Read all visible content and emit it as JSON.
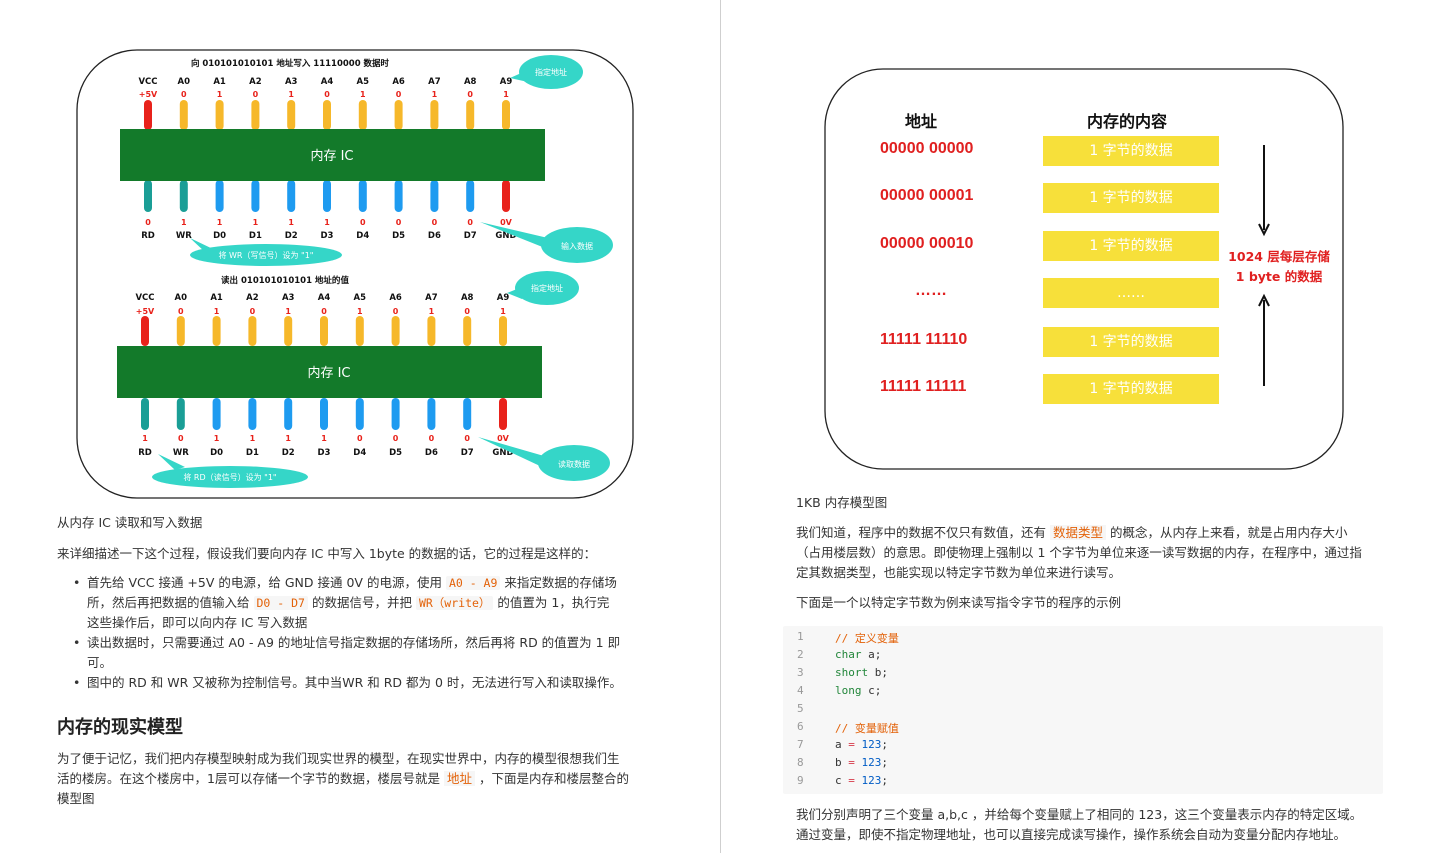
{
  "diagram1": {
    "write_title": "向 010101010101 地址写入 11110000 数据时",
    "read_title": "读出 010101010101 地址的值",
    "chip_label": "内存 IC",
    "top_pins": [
      "VCC",
      "A0",
      "A1",
      "A2",
      "A3",
      "A4",
      "A5",
      "A6",
      "A7",
      "A8",
      "A9"
    ],
    "write_top_values": [
      "+5V",
      "0",
      "1",
      "0",
      "1",
      "0",
      "1",
      "0",
      "1",
      "0",
      "1"
    ],
    "write_bottom_pins": [
      "RD",
      "WR",
      "D0",
      "D1",
      "D2",
      "D3",
      "D4",
      "D5",
      "D6",
      "D7",
      "GND"
    ],
    "write_bottom_values": [
      "0",
      "1",
      "1",
      "1",
      "1",
      "1",
      "0",
      "0",
      "0",
      "0",
      "0V"
    ],
    "read_top_values": [
      "+5V",
      "0",
      "1",
      "0",
      "1",
      "0",
      "1",
      "0",
      "1",
      "0",
      "1"
    ],
    "read_bottom_pins": [
      "RD",
      "WR",
      "D0",
      "D1",
      "D2",
      "D3",
      "D4",
      "D5",
      "D6",
      "D7",
      "GND"
    ],
    "read_bottom_values": [
      "1",
      "0",
      "1",
      "1",
      "1",
      "1",
      "0",
      "0",
      "0",
      "0",
      "0V"
    ],
    "bubble_addr1": "指定地址",
    "bubble_input": "输入数据",
    "bubble_wr": "将 WR（写信号）设为 \"1\"",
    "bubble_addr2": "指定地址",
    "bubble_read": "读取数据",
    "bubble_rd": "将 RD（读信号）设为 \"1\""
  },
  "left": {
    "caption": "从内存 IC 读取和写入数据",
    "intro": "来详细描述一下这个过程，假设我们要向内存 IC 中写入 1byte 的数据的话，它的过程是这样的：",
    "b1_l1a": "首先给 VCC 接通 +5V 的电源，给 GND 接通 0V 的电源，使用",
    "b1_code1": "A0 - A9",
    "b1_l1b": "来指定数据的存储场",
    "b1_l2a": "所，然后再把数据的值输入给",
    "b1_code2": "D0 - D7",
    "b1_l2b": "的数据信号，并把",
    "b1_code3": "WR（write）",
    "b1_l2c": "的值置为 1，执行完",
    "b1_l3": "这些操作后，即可以向内存 IC 写入数据",
    "b2_l1": "读出数据时，只需要通过 A0 - A9 的地址信号指定数据的存储场所，然后再将 RD 的值置为 1 即",
    "b2_l2": "可。",
    "b3": "图中的 RD 和 WR 又被称为控制信号。其中当WR 和 RD 都为 0 时，无法进行写入和读取操作。",
    "heading": "内存的现实模型",
    "p2_l1": "为了便于记忆，我们把内存模型映射成为我们现实世界的模型，在现实世界中，内存的模型很想我们生",
    "p2_l2a": "活的楼房。在这个楼房中，1层可以存储一个字节的数据，楼层号就是",
    "p2_hl": "地址",
    "p2_l2b": "，下面是内存和楼层整合的",
    "p2_l3": "模型图"
  },
  "memmodel": {
    "col_addr": "地址",
    "col_content": "内存的内容",
    "addresses": [
      "00000 00000",
      "00000 00001",
      "00000 00010",
      "……",
      "11111 11110",
      "11111 11111"
    ],
    "contents": [
      "1 字节的数据",
      "1 字节的数据",
      "1 字节的数据",
      "……",
      "1 字节的数据",
      "1 字节的数据"
    ],
    "side_l1": "1024 层每层存储",
    "side_l2": "1 byte 的数据"
  },
  "right": {
    "caption": "1KB 内存模型图",
    "p1_l1a": "我们知道，程序中的数据不仅只有数值，还有",
    "p1_hl": "数据类型",
    "p1_l1b": "的概念，从内存上来看，就是占用内存大小",
    "p1_l2": "（占用楼层数）的意思。即使物理上强制以 1 个字节为单位来逐一读写数据的内存，在程序中，通过指",
    "p1_l3": "定其数据类型，也能实现以特定字节数为单位来进行读写。",
    "p2": "下面是一个以特定字节数为例来读写指令字节的程序的示例",
    "code": {
      "line_numbers": [
        "1",
        "2",
        "3",
        "4",
        "5",
        "6",
        "7",
        "8",
        "9"
      ],
      "c1": "// 定义变量",
      "k2": "char",
      "v2": " a;",
      "k3": "short",
      "v3": " b;",
      "k4": "long",
      "v4": " c;",
      "c6": "// 变量赋值",
      "a7": "a",
      "n7": "123",
      "a8": "b",
      "n8": "123",
      "a9": "c",
      "n9": "123",
      "eq": "=",
      "semi": ";"
    },
    "p3_l1": "我们分别声明了三个变量 a,b,c ，并给每个变量赋上了相同的 123，这三个变量表示内存的特定区域。",
    "p3_l2": "通过变量，即使不指定物理地址，也可以直接完成读写操作，操作系统会自动为变量分配内存地址。"
  }
}
